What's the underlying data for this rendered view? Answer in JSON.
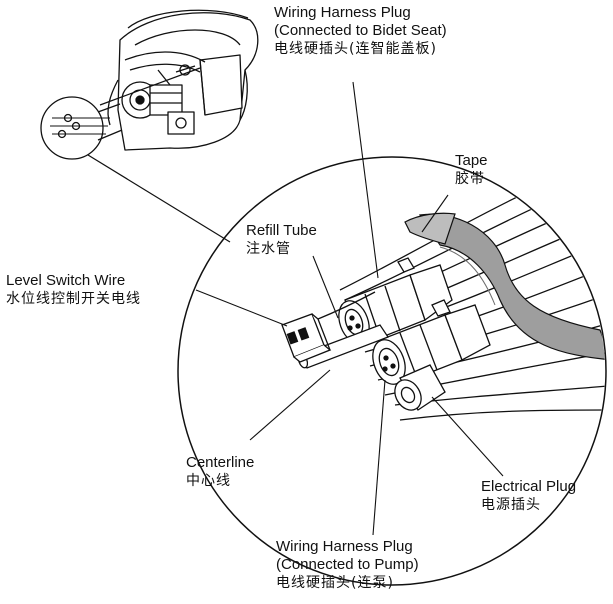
{
  "labels": {
    "harness_seat": {
      "line1": "Wiring Harness Plug",
      "line2": "(Connected to Bidet Seat)",
      "zh": "电线硬插头(连智能盖板)"
    },
    "tape": {
      "line1": "Tape",
      "zh": "胶带"
    },
    "refill": {
      "line1": "Refill Tube",
      "zh": "注水管"
    },
    "level_switch": {
      "line1": "Level Switch Wire",
      "zh": "水位线控制开关电线"
    },
    "centerline": {
      "line1": "Centerline",
      "zh": "中心线"
    },
    "electrical": {
      "line1": "Electrical Plug",
      "zh": "电源插头"
    },
    "harness_pump": {
      "line1": "Wiring Harness Plug",
      "line2": "(Connected to Pump)",
      "zh": "电线硬插头(连泵)"
    }
  },
  "colors": {
    "line": "#111111",
    "tape_fill": "#9e9e9e",
    "tube_fill": "#ffffff"
  }
}
